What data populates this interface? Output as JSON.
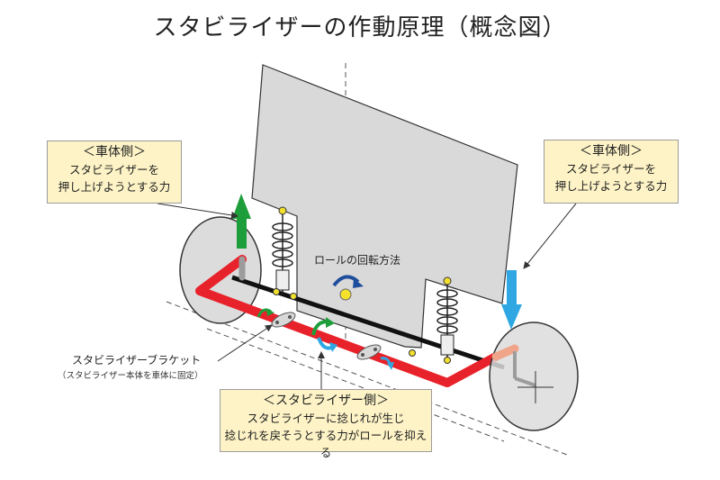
{
  "title": "スタビライザーの作動原理（概念図）",
  "callout_left": {
    "heading": "＜車体側＞",
    "line1": "スタビライザーを",
    "line2": "押し上げようとする力"
  },
  "callout_right": {
    "heading": "＜車体側＞",
    "line1": "スタビライザーを",
    "line2": "押し上げようとする力"
  },
  "callout_bottom": {
    "heading": "＜スタビライザー側＞",
    "line1": "スタビライザーに捻じれが生じ",
    "line2": "捻じれを戻そうとする力がロールを抑える"
  },
  "roll_label": "ロールの回転方法",
  "bracket_label": "スタビライザーブラケット",
  "bracket_sublabel": "（スタビライザー本体を車体に固定）",
  "colors": {
    "stabilizer": "#e8222a",
    "callout_fill": "#fdf3c6",
    "arrow_green": "#1e9e3a",
    "arrow_blue": "#2fa7e2",
    "roll_arrow": "#1f4e9c",
    "body_fill": "#d9d9d9"
  }
}
